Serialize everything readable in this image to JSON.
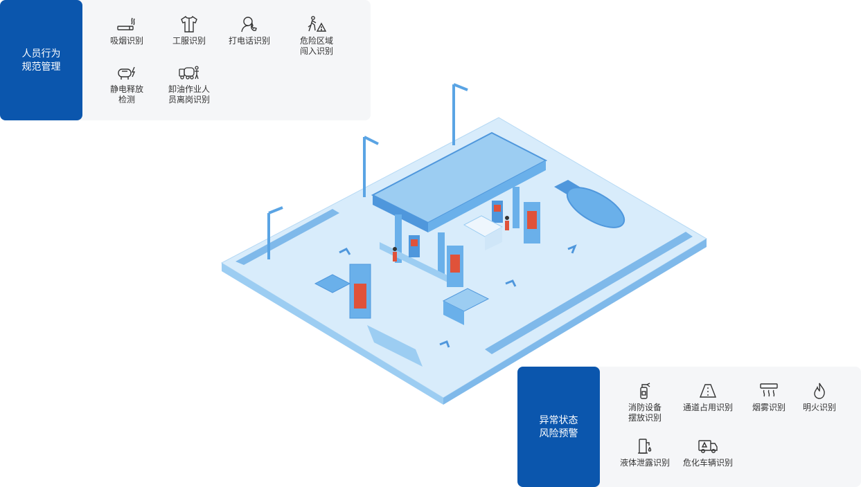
{
  "behavior_panel": {
    "title": "人员行为\n规范管理",
    "items": [
      {
        "label": "吸烟识别",
        "icon": "cigarette-icon"
      },
      {
        "label": "工服识别",
        "icon": "work-uniform-icon"
      },
      {
        "label": "打电话识别",
        "icon": "phone-call-icon"
      },
      {
        "label": "危险区域\n闯入识别",
        "icon": "danger-zone-icon"
      },
      {
        "label": "静电释放\n检测",
        "icon": "static-discharge-icon"
      },
      {
        "label": "卸油作业人\n员离岗识别",
        "icon": "oil-truck-worker-icon"
      }
    ]
  },
  "warning_panel": {
    "title": "异常状态\n风险预警",
    "items": [
      {
        "label": "消防设备\n摆放识别",
        "icon": "fire-extinguisher-icon"
      },
      {
        "label": "通道占用识别",
        "icon": "passage-icon"
      },
      {
        "label": "烟雾识别",
        "icon": "smoke-icon"
      },
      {
        "label": "明火识别",
        "icon": "flame-icon"
      },
      {
        "label": "液体泄露识别",
        "icon": "liquid-leak-icon"
      },
      {
        "label": "危化车辆识别",
        "icon": "hazmat-truck-icon"
      }
    ]
  },
  "colors": {
    "accent": "#0b56ad",
    "panel_bg": "#f5f6f8",
    "scene_light": "#d8ecfb",
    "scene_mid": "#9ccdf2",
    "scene_dark": "#4f97dc",
    "highlight": "#e0523a"
  }
}
